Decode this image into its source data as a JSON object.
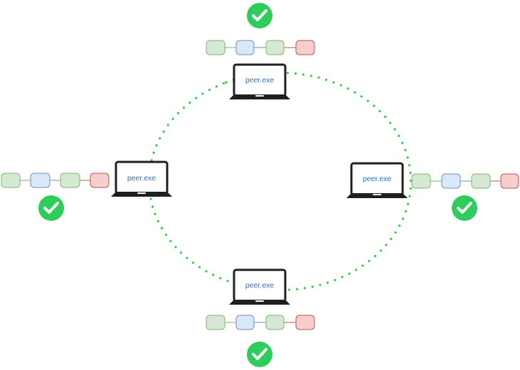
{
  "peers": [
    {
      "id": "top",
      "label": "peer.exe",
      "verified": true
    },
    {
      "id": "left",
      "label": "peer.exe",
      "verified": true
    },
    {
      "id": "right",
      "label": "peer.exe",
      "verified": true
    },
    {
      "id": "bottom",
      "label": "peer.exe",
      "verified": true
    }
  ],
  "chain_blocks": [
    "green",
    "blue",
    "green",
    "red"
  ],
  "colors": {
    "connection_dots": "#2ecc40",
    "checkmark_badge": "#2ecc5a",
    "laptop_body": "#1f1f1f",
    "label_text": "#2f6fbd",
    "block_green_fill": "#d5e8d4",
    "block_green_stroke": "#82b366",
    "block_blue_fill": "#dae8fc",
    "block_blue_stroke": "#6c8ebf",
    "block_red_fill": "#f8cecc",
    "block_red_stroke": "#b85450"
  },
  "icons": {
    "laptop": "laptop-icon",
    "check": "check-circle-icon"
  }
}
